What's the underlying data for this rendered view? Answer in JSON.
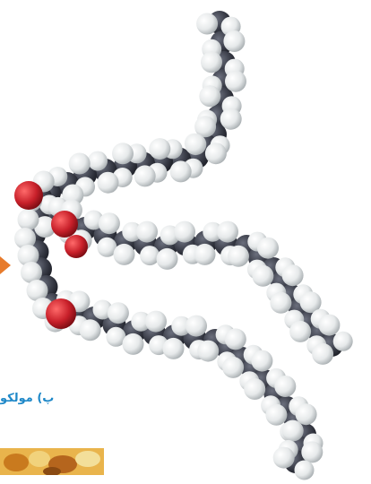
{
  "caption": {
    "text": "پ) مولکو"
  },
  "colors": {
    "carbon": "#3c3f4a",
    "hydrogen": "#eceff0",
    "oxygen": "#c8202a",
    "caption": "#1e88c8",
    "arrow": "#e77b2c"
  },
  "figure": {
    "subject": "triglyceride-molecule-space-filling-model",
    "chains": 3
  }
}
